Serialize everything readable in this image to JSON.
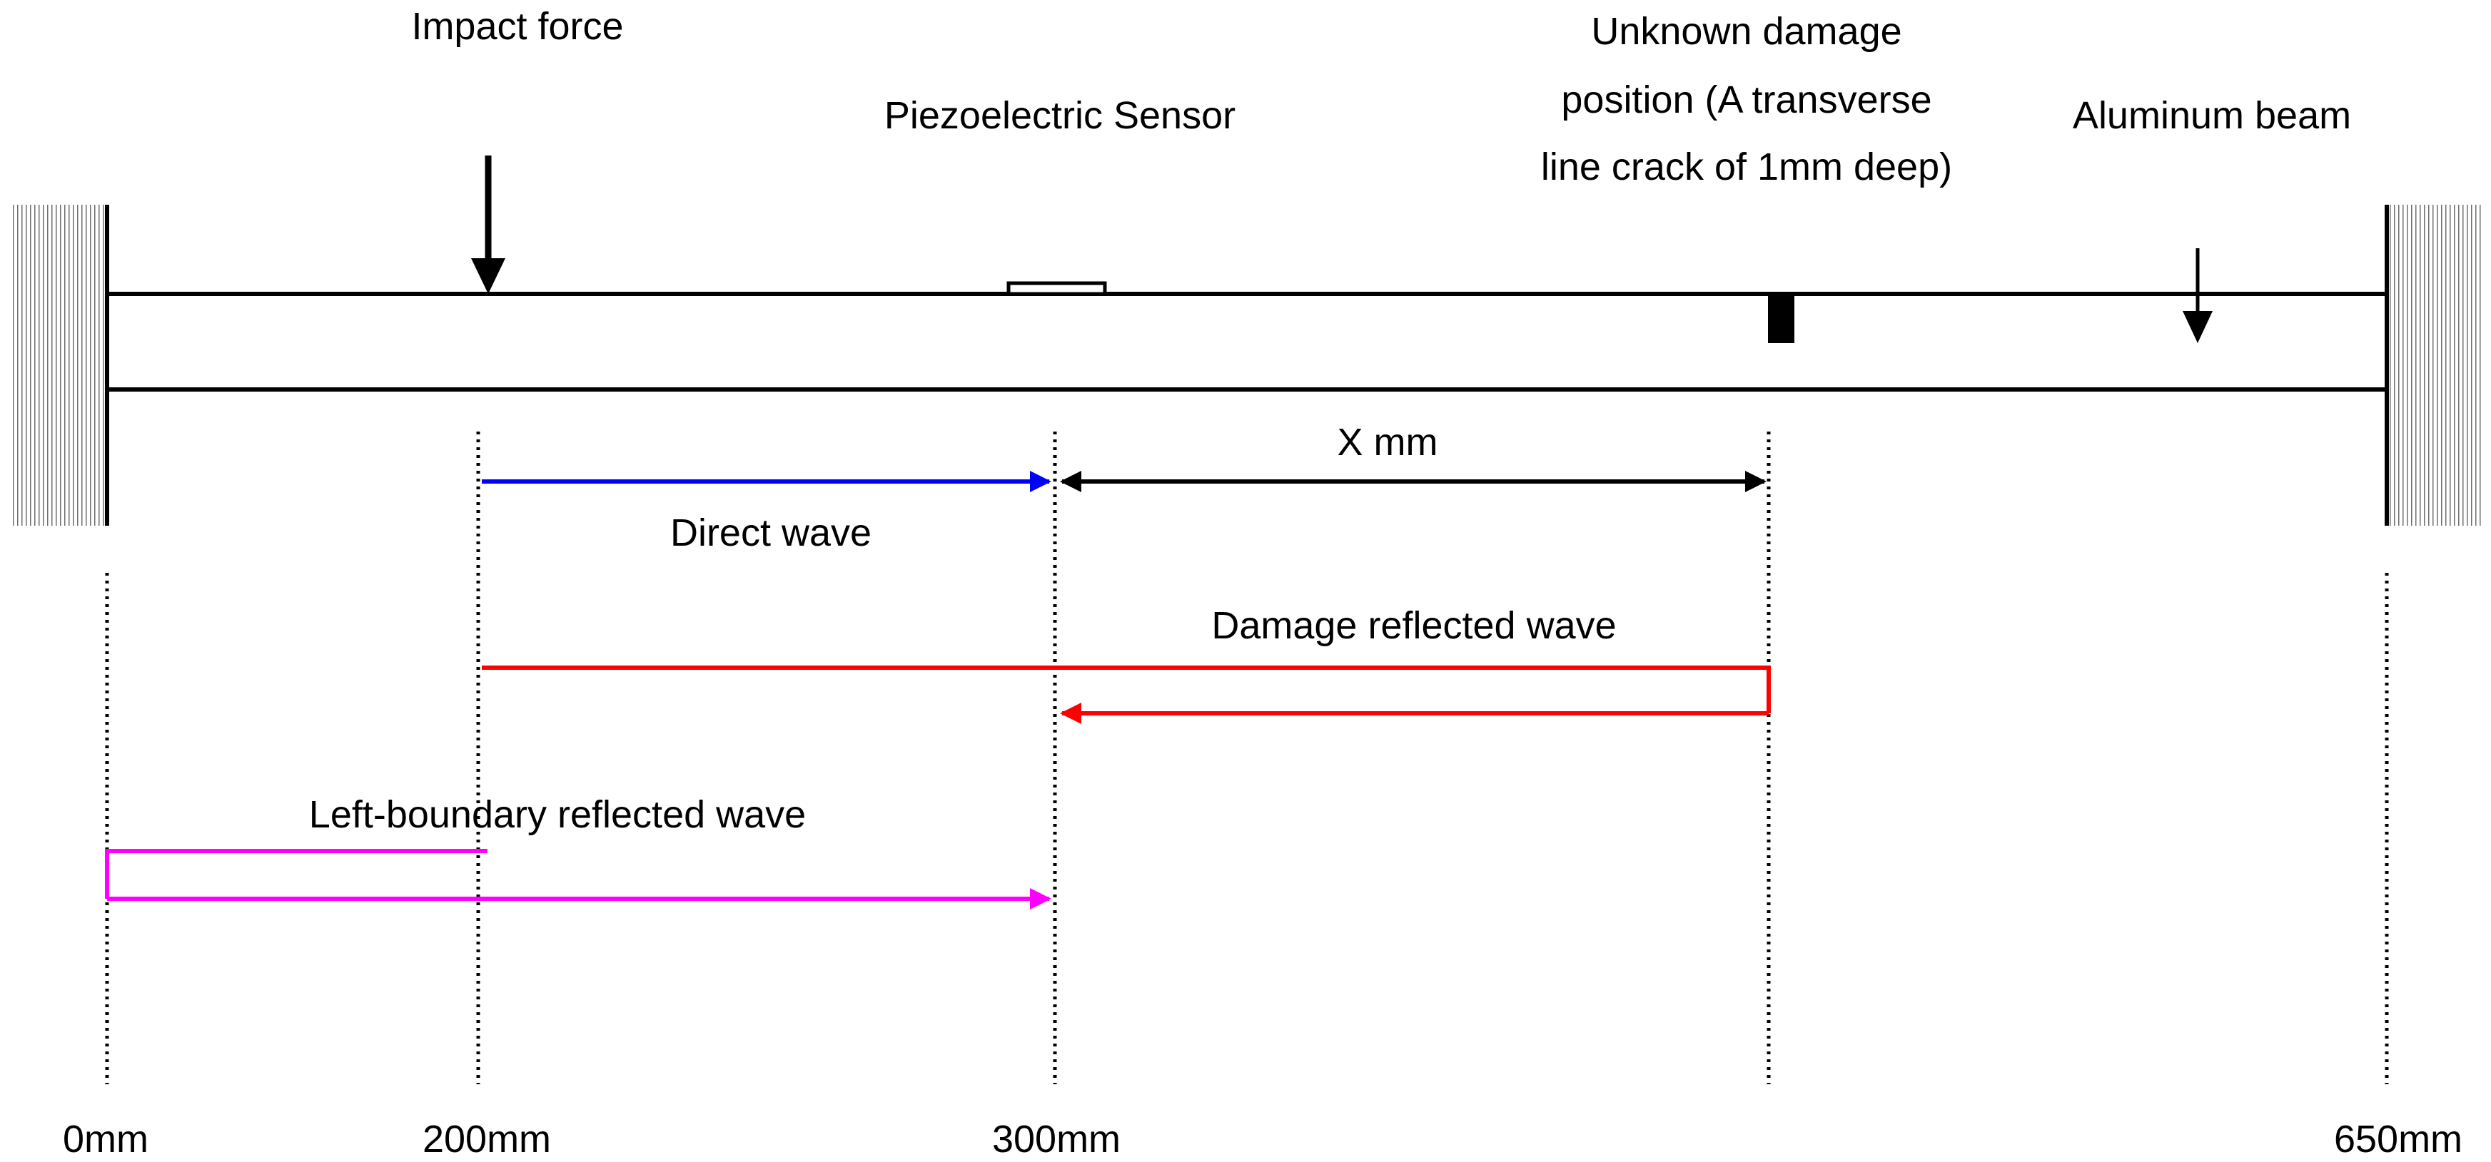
{
  "labels": {
    "impact_force": "Impact force",
    "sensor": "Piezoelectric Sensor",
    "damage_line1": "Unknown damage",
    "damage_line2": "position (A transverse",
    "damage_line3": "line crack of 1mm deep)",
    "beam": "Aluminum beam",
    "x_mm": "X mm",
    "direct_wave": "Direct wave",
    "damage_reflected_wave": "Damage reflected wave",
    "left_boundary_reflected_wave": "Left-boundary reflected wave"
  },
  "positions": [
    {
      "label": "0mm",
      "value_mm": 0
    },
    {
      "label": "200mm",
      "value_mm": 200
    },
    {
      "label": "300mm",
      "value_mm": 300
    },
    {
      "label": "650mm",
      "value_mm": 650
    }
  ],
  "colors": {
    "direct_wave": "#0000ff",
    "damage_reflected_wave": "#ff0000",
    "left_boundary_reflected_wave": "#ff00ff",
    "line": "#000000",
    "support_hatch": "#7a7a7a"
  },
  "icons": {
    "support": "hatched-wall-support",
    "impact": "down-arrow-icon",
    "sensor": "rectangle-sensor",
    "crack": "filled-rectangle-crack"
  }
}
